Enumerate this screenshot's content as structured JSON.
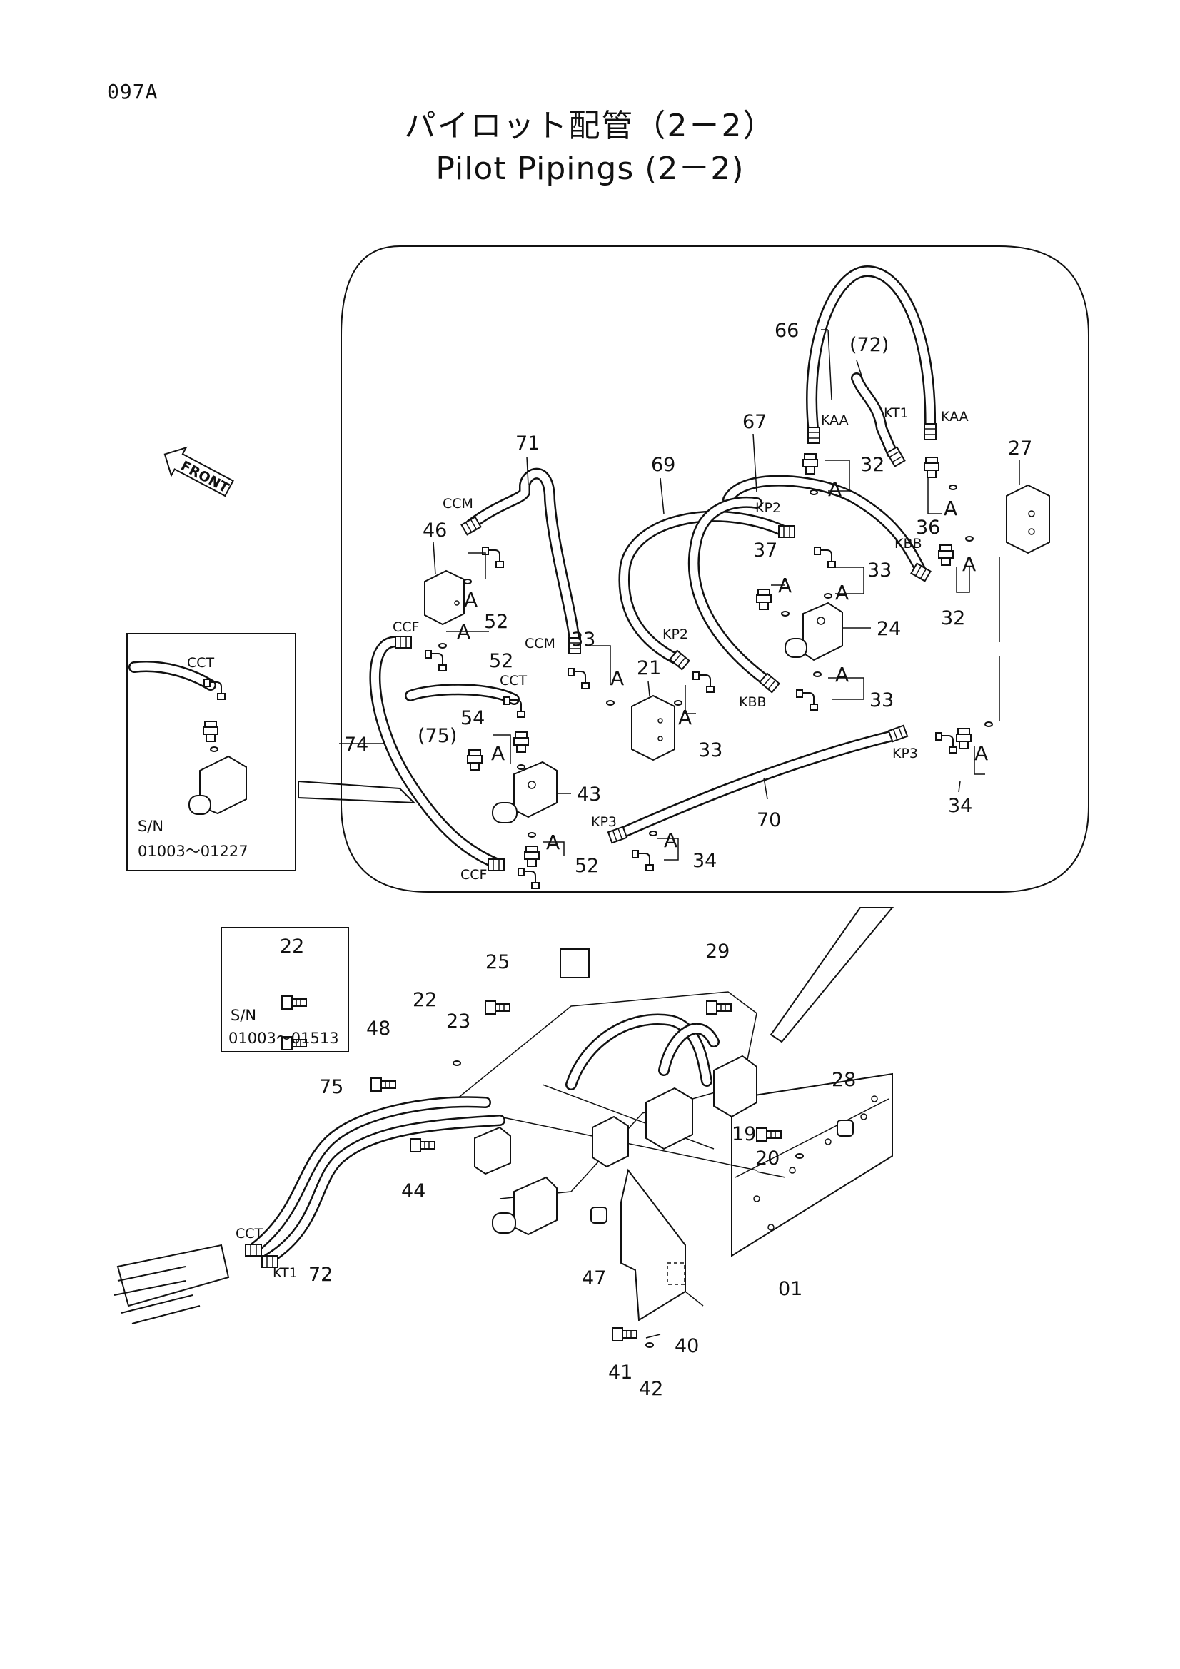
{
  "header": {
    "page_code": "097A",
    "title_jp": "パイロット配管（2－2）",
    "title_en": "Pilot Pipings (2－2)"
  },
  "labels": {
    "front": "FRONT",
    "A": "A",
    "n66": "66",
    "n72p": "(72)",
    "n67": "67",
    "n71": "71",
    "n69": "69",
    "n27": "27",
    "n32a": "32",
    "n36": "36",
    "n46": "46",
    "n37": "37",
    "n33a": "33",
    "n32b": "32",
    "n52a": "52",
    "n24": "24",
    "n33b": "33",
    "n52b": "52",
    "n21": "21",
    "n33c": "33",
    "n33d": "33",
    "n54": "54",
    "n75p": "(75)",
    "n74": "74",
    "n43": "43",
    "n70": "70",
    "n34a": "34",
    "n34b": "34",
    "n52c": "52",
    "n22a": "22",
    "n22b": "22",
    "n25": "25",
    "n29": "29",
    "n23": "23",
    "n48": "48",
    "n75": "75",
    "n28": "28",
    "n19": "19",
    "n20": "20",
    "n44": "44",
    "n47": "47",
    "n72": "72",
    "n01": "01",
    "n40": "40",
    "n41": "41",
    "n42": "42"
  },
  "codes": {
    "kaa1": "KAA",
    "kaa2": "KAA",
    "kt1a": "KT1",
    "kp2a": "KP2",
    "kbba": "KBB",
    "ccm1": "CCM",
    "ccm2": "CCM",
    "ccf1": "CCF",
    "ccf2": "CCF",
    "cct1": "CCT",
    "kp2b": "KP2",
    "kbbb": "KBB",
    "kp3a": "KP3",
    "kp3b": "KP3",
    "cct2": "CCT",
    "cct3": "CCT",
    "kt1b": "KT1"
  },
  "insets": {
    "upper": {
      "sn_label": "S/N",
      "sn_range": "01003～01227"
    },
    "lower": {
      "part": "22",
      "sn_label": "S/N",
      "sn_range": "01003～01513"
    }
  }
}
